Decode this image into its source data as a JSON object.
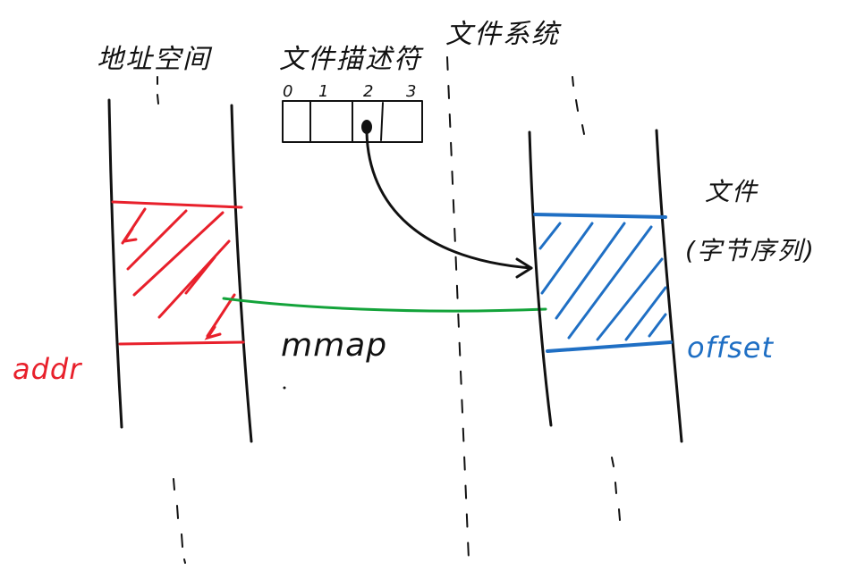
{
  "labels": {
    "address_space": "地址空间",
    "file_descriptor": "文件描述符",
    "file_system": "文件系统",
    "file": "文件",
    "file_desc": "(字节序列)",
    "mmap": "mmap",
    "addr": "addr",
    "offset": "offset"
  },
  "fd_indices": [
    "0",
    "1",
    "2",
    "3"
  ],
  "colors": {
    "ink": "#111111",
    "addr_region": "#e8202b",
    "file_region": "#1f6fc4",
    "mapping": "#13a33a"
  }
}
